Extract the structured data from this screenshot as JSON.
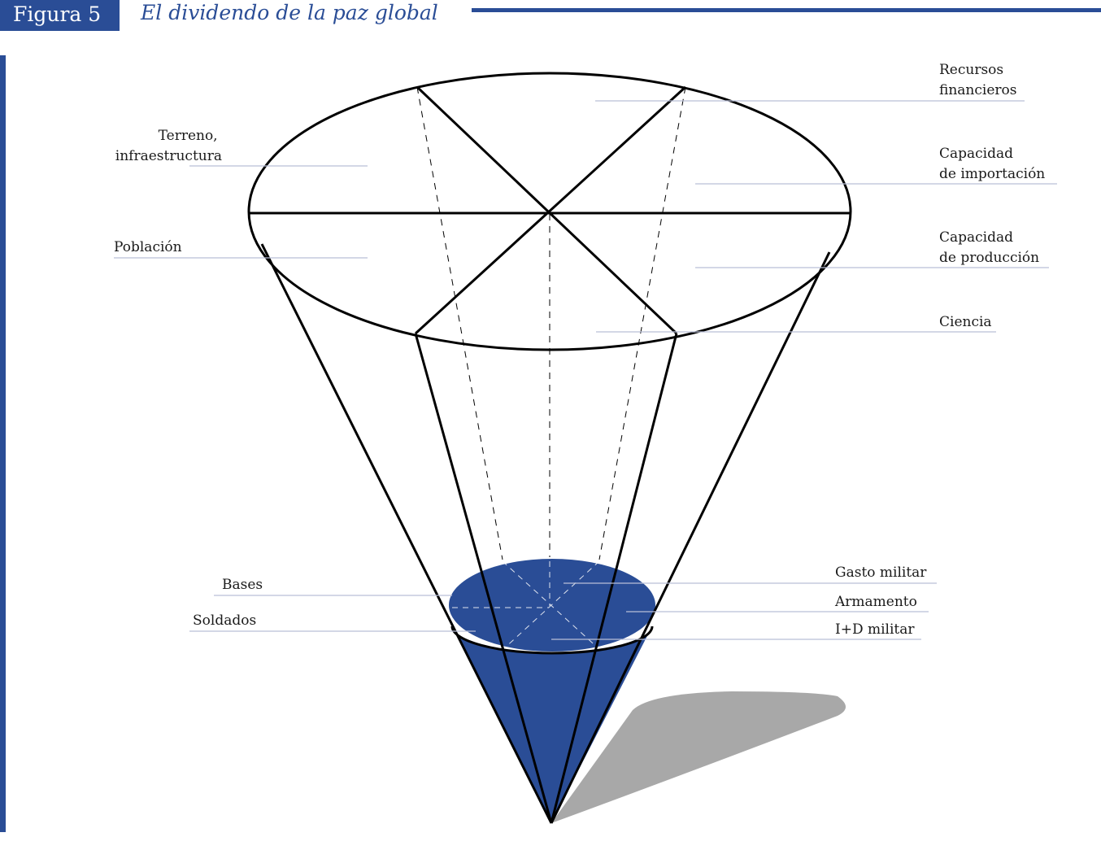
{
  "header": {
    "figure_label": "Figura 5",
    "title": "El dividendo de la paz global"
  },
  "labels": {
    "resources_left": [
      [
        "Terreno,",
        "infraestructura"
      ],
      [
        "Población"
      ]
    ],
    "resources_right": [
      [
        "Recursos",
        "financieros"
      ],
      [
        "Capacidad",
        "de importación"
      ],
      [
        "Capacidad",
        "de producción"
      ],
      [
        "Ciencia"
      ]
    ],
    "military_left": [
      [
        "Bases"
      ],
      [
        "Soldados"
      ]
    ],
    "military_right": [
      [
        "Gasto militar"
      ],
      [
        "Armamento"
      ],
      [
        "I+D militar"
      ]
    ]
  },
  "colors": {
    "accent": "#2a4d96",
    "military_fill": "#2a4d96",
    "shadow": "#a8a8a8",
    "leader_line": "#b9bfd8",
    "outline": "#000000"
  }
}
